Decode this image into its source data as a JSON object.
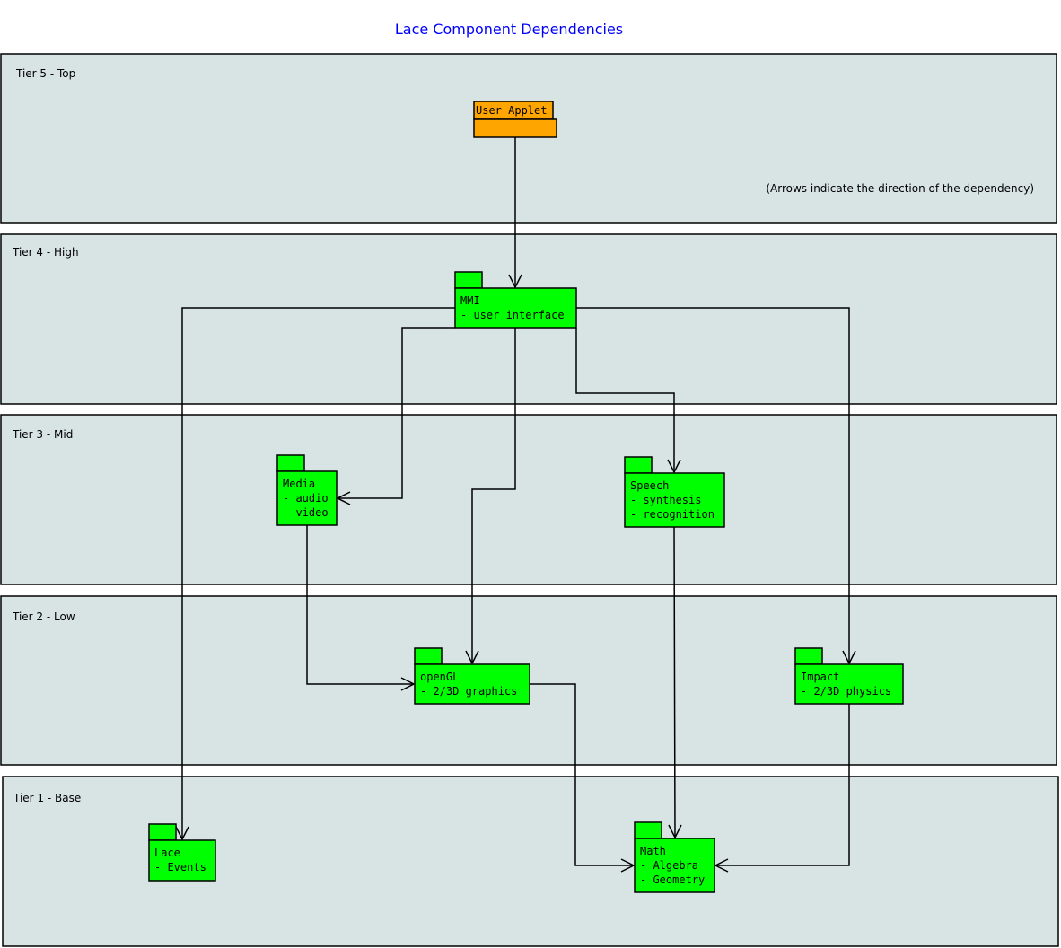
{
  "title": "Lace Component Dependencies",
  "note": "(Arrows indicate the direction of the dependency)",
  "colors": {
    "tier_bg": "#d8e4e4",
    "package": "#00ff00",
    "applet": "#ffa500",
    "title": "#0000ff"
  },
  "tiers": [
    "Tier 5 - Top",
    "Tier 4 - High",
    "Tier 3 - Mid",
    "Tier 2 - Low",
    "Tier 1 - Base"
  ],
  "packages": {
    "applet": {
      "name": "User Applet"
    },
    "mmi": {
      "name": "MMI",
      "lines": [
        "- user interface"
      ]
    },
    "media": {
      "name": "Media",
      "lines": [
        "- audio",
        "- video"
      ]
    },
    "speech": {
      "name": "Speech",
      "lines": [
        "- synthesis",
        "- recognition"
      ]
    },
    "opengl": {
      "name": "openGL",
      "lines": [
        "- 2/3D graphics"
      ]
    },
    "impact": {
      "name": "Impact",
      "lines": [
        "- 2/3D physics"
      ]
    },
    "lace": {
      "name": "Lace",
      "lines": [
        "- Events"
      ]
    },
    "math": {
      "name": "Math",
      "lines": [
        "- Algebra",
        "- Geometry"
      ]
    }
  },
  "dependencies": [
    [
      "User Applet",
      "MMI"
    ],
    [
      "MMI",
      "Lace"
    ],
    [
      "MMI",
      "Impact"
    ],
    [
      "MMI",
      "Media"
    ],
    [
      "MMI",
      "openGL"
    ],
    [
      "MMI",
      "Speech"
    ],
    [
      "Media",
      "openGL"
    ],
    [
      "openGL",
      "Math"
    ],
    [
      "Speech",
      "Math"
    ],
    [
      "Impact",
      "Math"
    ]
  ]
}
